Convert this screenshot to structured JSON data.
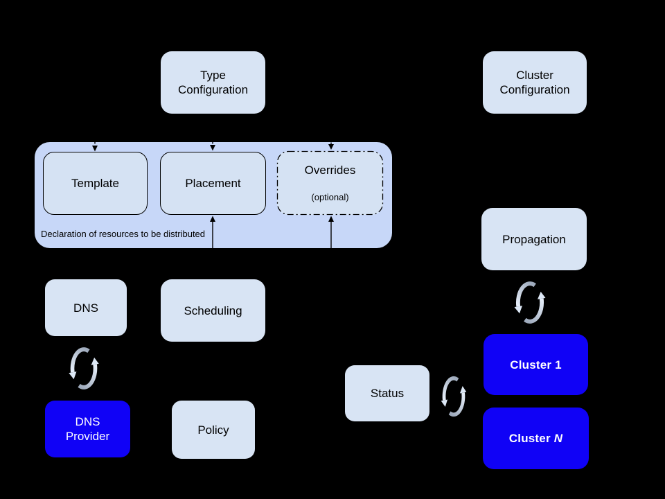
{
  "colors": {
    "background": "#000000",
    "light_box": "#d8e4f4",
    "container_box": "#c7d7f8",
    "inner_box": "#d5e2f3",
    "blue_box": "#1002f6",
    "dark_text": "#000000",
    "light_text": "#ffffff",
    "sync_arrow_light": "#dde8f6",
    "sync_arrow_gray": "#9fabbd",
    "connector": "#000000"
  },
  "boxes": {
    "type_config": {
      "label": "Type\nConfiguration"
    },
    "cluster_config": {
      "label": "Cluster\nConfiguration"
    },
    "container": {
      "caption": "Declaration of resources to be distributed"
    },
    "template": {
      "label": "Template"
    },
    "placement": {
      "label": "Placement"
    },
    "overrides": {
      "title": "Overrides",
      "subtitle": "(optional)"
    },
    "dns": {
      "label": "DNS"
    },
    "scheduling": {
      "label": "Scheduling"
    },
    "propagation": {
      "label": "Propagation"
    },
    "dns_provider": {
      "label": "DNS\nProvider"
    },
    "policy": {
      "label": "Policy"
    },
    "status": {
      "label": "Status"
    },
    "cluster_1": {
      "label": "Cluster 1"
    },
    "cluster_n": {
      "prefix": "Cluster ",
      "n": "N"
    }
  },
  "icons": {
    "sync_dns": "sync-cycle-icon",
    "sync_propagation": "sync-cycle-icon",
    "sync_status": "sync-cycle-icon"
  }
}
